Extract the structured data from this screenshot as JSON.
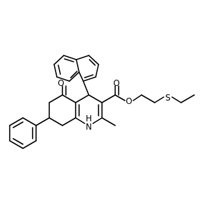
{
  "molecule": {
    "atoms": [
      {
        "id": "O_ketone",
        "text": "O",
        "color": "#000000"
      },
      {
        "id": "O_ester_carbonyl",
        "text": "O",
        "color": "#000000"
      },
      {
        "id": "O_ester",
        "text": "O",
        "color": "#000000"
      },
      {
        "id": "S_thioether",
        "text": "S",
        "color": "#000000"
      },
      {
        "id": "N_ring",
        "text": "N",
        "color": "#000000"
      },
      {
        "id": "H_ring",
        "text": "H",
        "color": "#000000"
      }
    ],
    "bond_color": "#000000",
    "background": "#ffffff"
  }
}
